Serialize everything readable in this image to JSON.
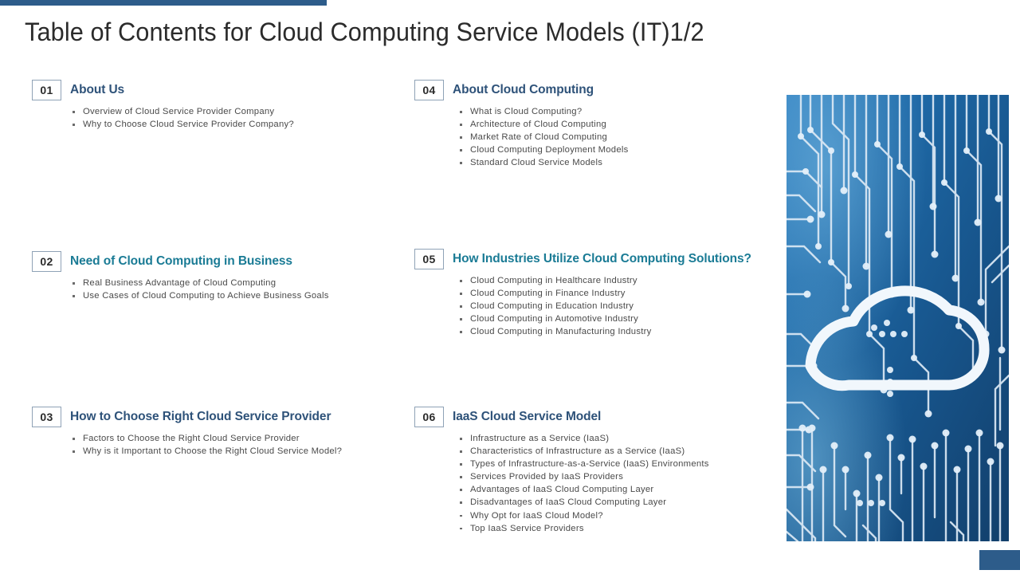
{
  "slide": {
    "title": "Table of Contents for Cloud Computing Service Models (IT)1/2",
    "accent_color": "#2d5c8a",
    "heading_navy": "#2e5279",
    "heading_teal": "#1a7b95"
  },
  "sections": [
    {
      "number": "01",
      "title": "About Us",
      "color": "navy",
      "items": [
        "Overview  of Cloud Service Provider  Company",
        "Why to Choose Cloud  Service  Provider  Company?"
      ]
    },
    {
      "number": "02",
      "title": "Need of Cloud Computing in Business",
      "color": "teal",
      "items": [
        "Real Business Advantage  of Cloud Computing",
        "Use Cases of Cloud  Computing to Achieve  Business Goals"
      ]
    },
    {
      "number": "03",
      "title": "How to Choose Right Cloud Service Provider",
      "color": "navy",
      "items": [
        "Factors to Choose the Right  Cloud  Service  Provider",
        "Why is it Important  to Choose  the Right Cloud  Service  Model?"
      ]
    },
    {
      "number": "04",
      "title": "About Cloud Computing",
      "color": "navy",
      "items": [
        "What is Cloud Computing?",
        "Architecture of Cloud Computing",
        "Market Rate of Cloud Computing",
        "Cloud Computing  Deployment  Models",
        "Standard Cloud  Service  Models"
      ]
    },
    {
      "number": "05",
      "title": "How Industries Utilize Cloud Computing Solutions?",
      "color": "teal",
      "items": [
        "Cloud Computing  in Healthcare  Industry",
        "Cloud Computing  in Finance Industry",
        "Cloud Computing  in Education  Industry",
        "Cloud Computing  in Automotive  Industry",
        "Cloud Computing  in Manufacturing  Industry"
      ]
    },
    {
      "number": "06",
      "title": "IaaS Cloud Service Model",
      "color": "navy",
      "items": [
        "Infrastructure  as a Service  (IaaS)",
        "Characteristics of Infrastructure  as a Service  (IaaS)",
        "Types of Infrastructure-as-a-Service  (IaaS) Environments",
        "Services  Provided  by IaaS Providers",
        "Advantages  of IaaS Cloud Computing  Layer",
        "Disadvantages  of IaaS Cloud Computing  Layer",
        "Why Opt for IaaS Cloud  Model?",
        "Top IaaS Service  Providers"
      ]
    }
  ],
  "feature_image": {
    "name": "cloud-circuit-board-image",
    "description": "Blue circuit board background with white cloud outline",
    "background_color": "#1b5f9e",
    "trace_color": "#dce9f5"
  }
}
